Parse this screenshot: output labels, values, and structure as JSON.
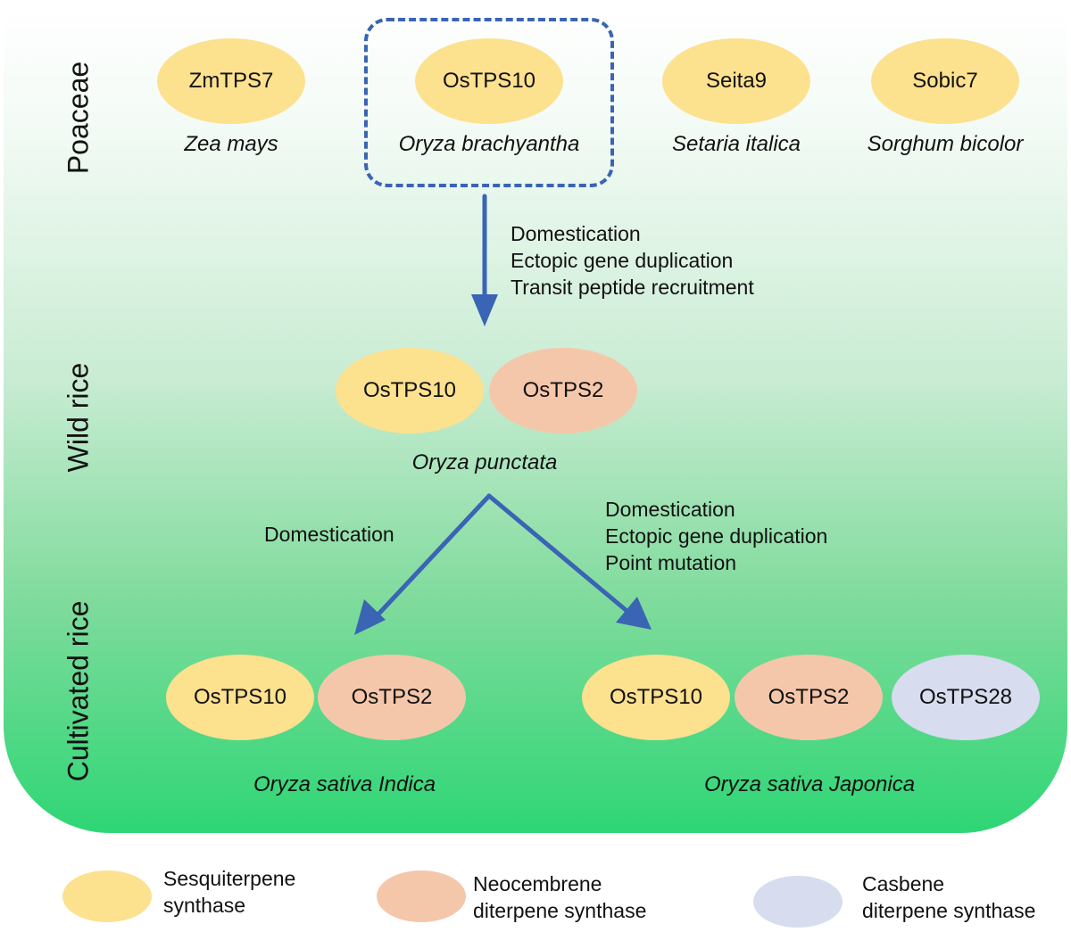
{
  "colors": {
    "sesquiterpene": "#fce18f",
    "neocembrene": "#f5c7aa",
    "casbene": "#d7dcef",
    "arrow": "#3a64b4",
    "dashed_box": "#3a64b4"
  },
  "rows": {
    "poaceae": "Poaceae",
    "wild_rice": "Wild rice",
    "cultivated_rice": "Cultivated rice"
  },
  "poaceae": {
    "genes": [
      "ZmTPS7",
      "OsTPS10",
      "Seita9",
      "Sobic7"
    ],
    "species": [
      "Zea mays",
      "Oryza brachyantha",
      "Setaria italica",
      "Sorghum bicolor"
    ]
  },
  "step1": {
    "lines": [
      "Domestication",
      "Ectopic gene duplication",
      "Transit peptide recruitment"
    ]
  },
  "wild": {
    "genes": [
      "OsTPS10",
      "OsTPS2"
    ],
    "species": "Oryza punctata"
  },
  "step_indica": {
    "label": "Domestication"
  },
  "step_japonica": {
    "lines": [
      "Domestication",
      "Ectopic gene duplication",
      "Point mutation"
    ]
  },
  "indica": {
    "genes": [
      "OsTPS10",
      "OsTPS2"
    ],
    "species": "Oryza sativa Indica"
  },
  "japonica": {
    "genes": [
      "OsTPS10",
      "OsTPS2",
      "OsTPS28"
    ],
    "species": "Oryza sativa Japonica"
  },
  "legend": {
    "sesquiterpene": [
      "Sesquiterpene",
      "synthase"
    ],
    "neocembrene": [
      "Neocembrene",
      "diterpene synthase"
    ],
    "casbene": [
      "Casbene",
      "diterpene synthase"
    ]
  }
}
